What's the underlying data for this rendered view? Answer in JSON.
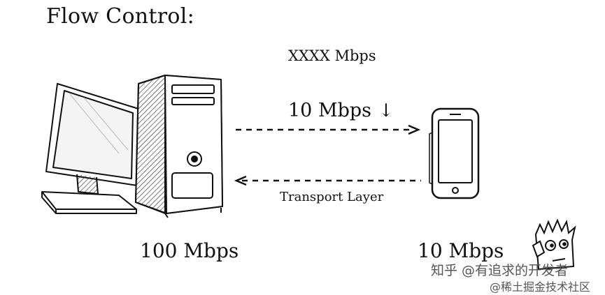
{
  "title": "Flow Control:",
  "link": {
    "advertised_rate": "XXXX Mbps",
    "forward_rate": "10 Mbps",
    "forward_rate_arrow": "↓",
    "layer_label": "Transport Layer"
  },
  "devices": {
    "computer": {
      "rate": "100 Mbps",
      "icon": "desktop-computer-icon"
    },
    "phone": {
      "rate": "10 Mbps",
      "icon": "smartphone-icon"
    }
  },
  "watermark": {
    "line1": "知乎 @有追求的开发者",
    "line2": "@稀土掘金技术社区",
    "icon": "cartoon-face-icon"
  }
}
